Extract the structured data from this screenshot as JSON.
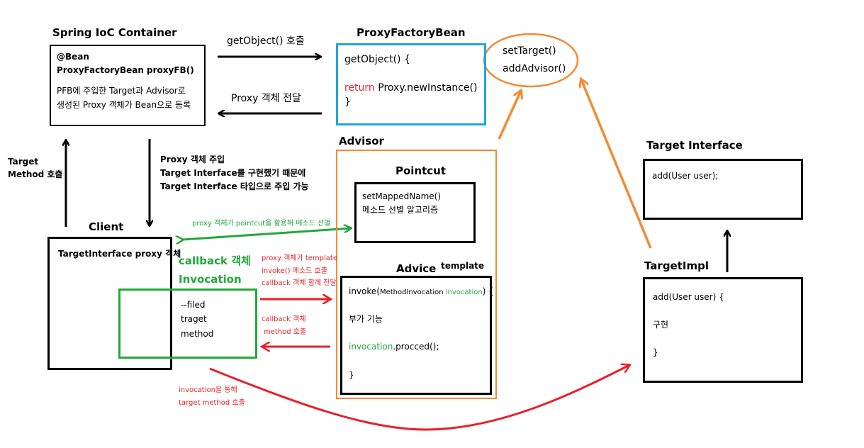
{
  "spring": {
    "title": "Spring IoC Container",
    "line1": "@Bean",
    "line2": "ProxyFactoryBean proxyFB()",
    "line3": "PFB에 주입한 Target과 Advisor로",
    "line4": "생성된 Proxy 객체가 Bean으로 등록"
  },
  "pfb": {
    "title": "ProxyFactoryBean",
    "line1": "getObject() {",
    "return_kw": "return",
    "return_rest": " Proxy.newInstance()",
    "line3": "}"
  },
  "labels": {
    "get_call": "getObject() 호출",
    "proxy_pass": "Proxy 객체 전달",
    "target_method_call_1": "Target",
    "target_method_call_2": "Method 호출",
    "inject_1": "Proxy 객체 주입",
    "inject_2": "Target Interface를 구현했기 때문에",
    "inject_3": "Target Interface 타입으로 주입 가능",
    "pointcut_select": "proxy 객체가 pointcut을 활용해 메소드 선별",
    "template_1": "proxy 객체가 template",
    "template_2": "invoke() 메소드 호출",
    "template_3": "callback 객체 함께 전달",
    "callback_1": "callback 객체",
    "callback_2": "method 호출",
    "invocation_1": "invocation을 통해",
    "invocation_2": "target method 호출"
  },
  "ellipse": {
    "line1": "setTarget()",
    "line2": "addAdvisor()"
  },
  "advisor": {
    "title": "Advisor"
  },
  "pointcut": {
    "title": "Pointcut",
    "line1": "setMappedName()",
    "line2": "메소드 선별 알고리즘"
  },
  "advice": {
    "title": "Advice",
    "template_label": "template",
    "invoke_prefix": "invoke(",
    "invoke_param_type": "MethodInvocation ",
    "invoke_param_name": "invocation",
    "invoke_suffix": ") {",
    "line2": "부가 기능",
    "proceed_obj": "invocation",
    "proceed_rest": ".procced();",
    "line4": "}"
  },
  "client": {
    "title": "Client",
    "line1": "TargetInterface proxy 객체"
  },
  "invocation": {
    "title1": "callback 객체",
    "title2": "Invocation",
    "line1": "--filed",
    "line2": "traget",
    "line3": "method"
  },
  "target_interface": {
    "title": "Target Interface",
    "line1": "add(User user);"
  },
  "target_impl": {
    "title": "TargetImpl",
    "line1": "add(User user) {",
    "line2": "구현",
    "line3": "}"
  },
  "colors": {
    "black": "#000000",
    "blue": "#1fa5e0",
    "orange": "#f58a33",
    "green": "#22a83a",
    "red": "#e8202a"
  }
}
